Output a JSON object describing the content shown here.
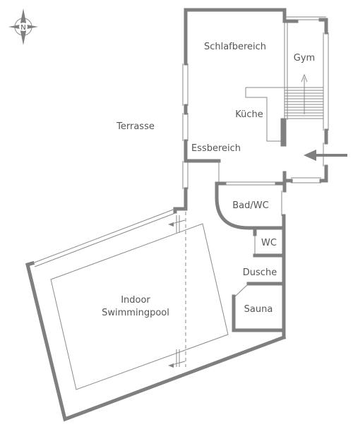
{
  "compass": {
    "letter": "N",
    "icon": "compass-north-icon"
  },
  "rooms": {
    "schlafbereich": "Schlafbereich",
    "gym": "Gym",
    "kueche": "Küche",
    "terrasse": "Terrasse",
    "essbereich": "Essbereich",
    "bad_wc": "Bad/WC",
    "wc": "WC",
    "dusche": "Dusche",
    "sauna": "Sauna",
    "pool_line1": "Indoor",
    "pool_line2": "Swimmingpool"
  },
  "colors": {
    "wall": "#7f7f7f",
    "line": "#8a8a8a",
    "text": "#555555",
    "background": "#ffffff"
  }
}
